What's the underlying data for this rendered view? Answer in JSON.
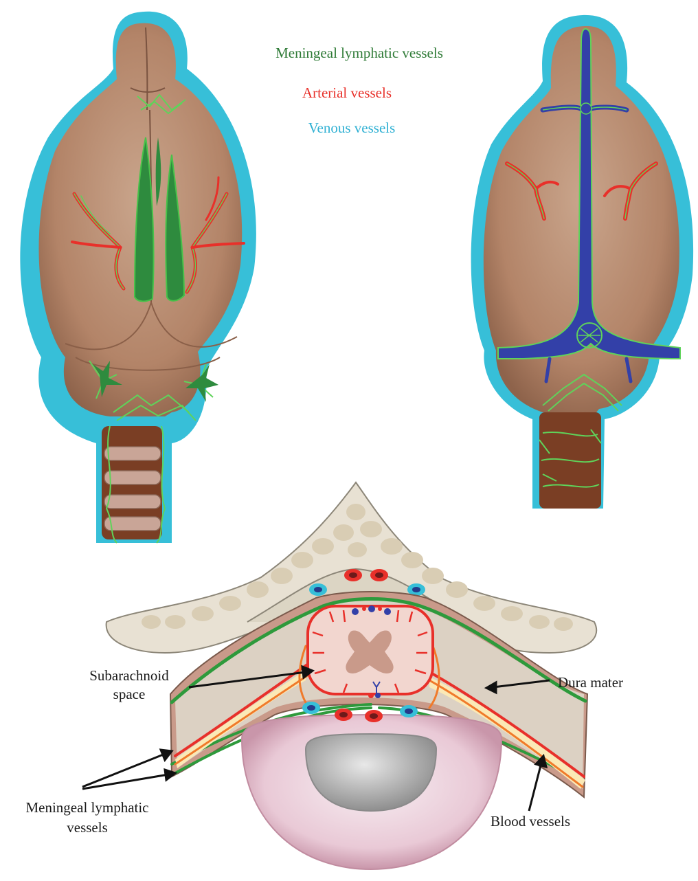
{
  "legend": {
    "lymphatic": "Meningeal lymphatic vessels",
    "arterial": "Arterial vessels",
    "venous": "Venous vessels"
  },
  "labels": {
    "subarachnoid_line1": "Subarachnoid",
    "subarachnoid_line2": "space",
    "dura_mater": "Dura mater",
    "meningeal_line1": "Meningeal lymphatic",
    "meningeal_line2": "vessels",
    "blood_vessels": "Blood vessels"
  },
  "colors": {
    "lymphatic": "#2e8b3e",
    "lymphatic_light": "#5fd35a",
    "arterial": "#e8302a",
    "venous": "#2fb6d6",
    "vein_fill": "#3340a8",
    "brain": "#b48a6e",
    "bone": "#e8e1d3",
    "cord": "#f2d6cf"
  }
}
